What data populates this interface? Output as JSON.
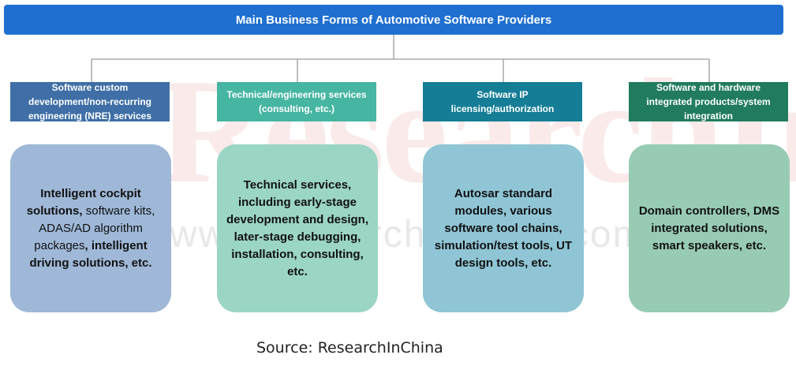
{
  "title": "Main Business Forms of Automotive Software Providers",
  "watermark": {
    "brand": "ResearchInChina",
    "url": "www.researchinchina.com"
  },
  "categories": [
    {
      "label": "Software custom development/non-recurring engineering (NRE) services",
      "color": "#3f6fa6",
      "card_color": "#9fb8d8",
      "details": {
        "p1": "Intelligent cockpit solutions,",
        "p2": " software kits, ADAS/AD algorithm packages",
        "p3": ", ",
        "p4": "intelligent driving solutions, etc."
      }
    },
    {
      "label": "Technical/engineering services (consulting, etc.)",
      "color": "#46b5a2",
      "card_color": "#9bd5c5",
      "details": "Technical services, including early-stage development and design, later-stage debugging, installation, consulting, etc."
    },
    {
      "label": "Software IP licensing/authorization",
      "color": "#157d96",
      "card_color": "#8fc5d5",
      "details": "Autosar standard modules, various software tool chains, simulation/test tools, UT design tools, etc."
    },
    {
      "label": "Software and hardware integrated products/system integration",
      "color": "#217b5f",
      "card_color": "#98cbb4",
      "details": "Domain controllers, DMS integrated solutions, smart speakers, etc."
    }
  ],
  "source": "Source: ResearchInChina"
}
